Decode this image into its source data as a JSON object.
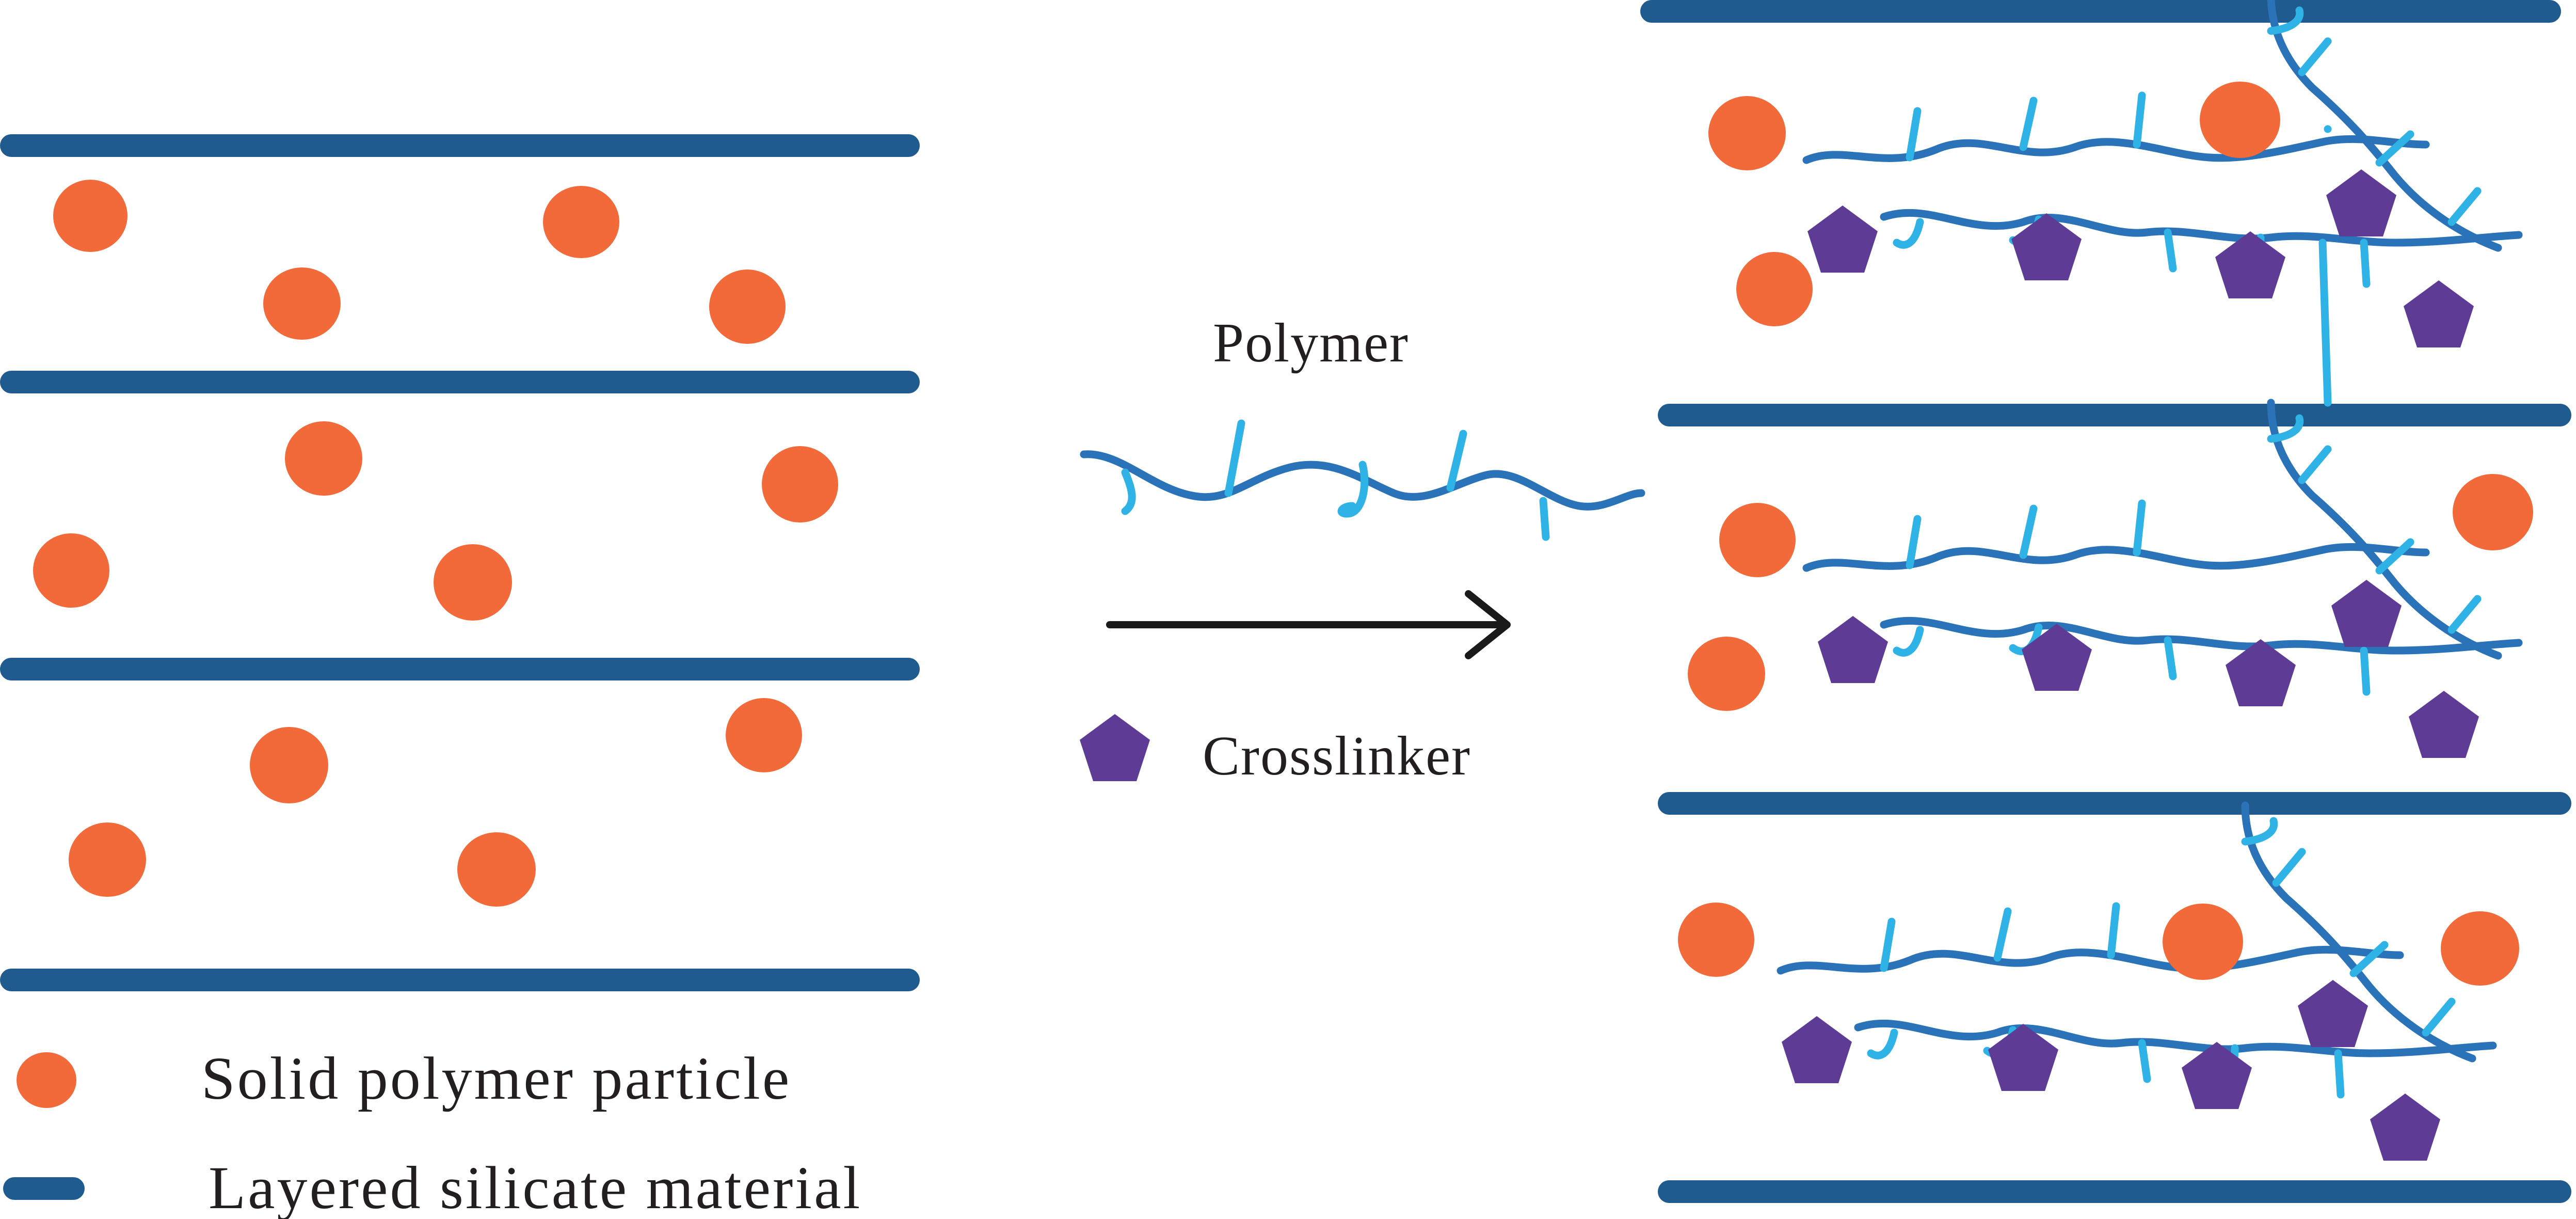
{
  "labels": {
    "polymer": "Polymer",
    "crosslinker": "Crosslinker",
    "legend_particle": "Solid polymer particle",
    "legend_layer": "Layered silicate material"
  },
  "colors": {
    "silicate_layer": "#1f5b8f",
    "polymer_chain": "#2a73b8",
    "polymer_branch": "#2fb3e6",
    "solid_particle": "#f26a3a",
    "crosslinker": "#5e3c96",
    "arrow": "#1a1a1a"
  }
}
